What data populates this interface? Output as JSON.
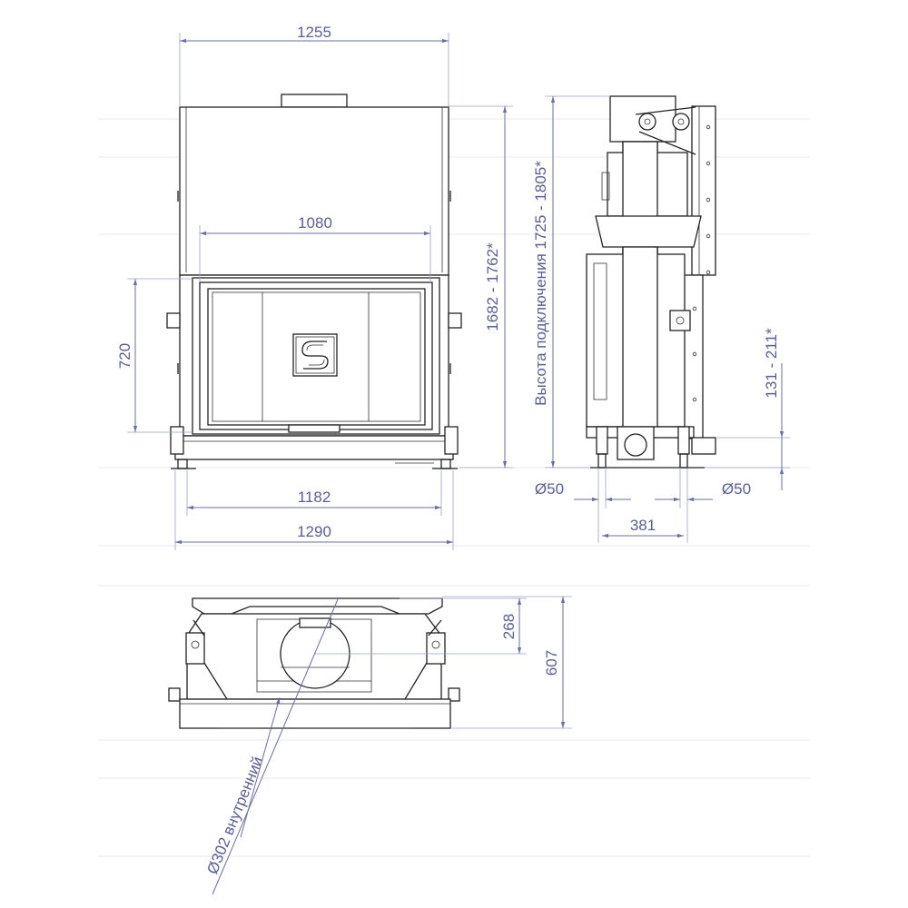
{
  "dimensions": {
    "front_width_top": "1255",
    "firebox_width": "1080",
    "height_range": "1682 - 1762*",
    "door_height": "720",
    "base_width_inner": "1182",
    "base_width_outer": "1290",
    "connection_height": "Высота подключения 1725 - 1805*",
    "side_offset": "131 - 211*",
    "pipe_left": "Ø50",
    "pipe_right": "Ø50",
    "pipe_spacing": "381",
    "top_offset": "268",
    "depth": "607",
    "flue_diameter": "Ø302 внутренний"
  },
  "colors": {
    "dimension": "#5a5f94",
    "outline": "#222222"
  }
}
